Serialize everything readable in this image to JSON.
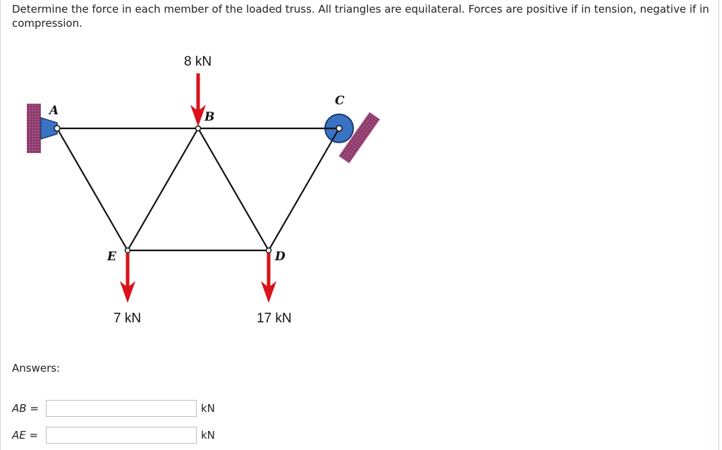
{
  "question": {
    "prompt": "Determine the force in each member of the loaded truss. All triangles are equilateral. Forces are positive if in tension, negative if in compression."
  },
  "figure": {
    "loads": {
      "B": "8 kN",
      "E": "7 kN",
      "D": "17 kN"
    },
    "nodes": {
      "A": "A",
      "B": "B",
      "C": "C",
      "D": "D",
      "E": "E"
    },
    "colors": {
      "load_arrow": "#d9131b",
      "support_blue": "#3b73c4",
      "wall": "#8a3a6a",
      "member": "#111111"
    }
  },
  "answers": {
    "title": "Answers:",
    "rows": [
      {
        "member": "AB",
        "equals": "=",
        "value": "",
        "unit": "kN"
      },
      {
        "member": "AE",
        "equals": "=",
        "value": "",
        "unit": "kN"
      }
    ]
  }
}
